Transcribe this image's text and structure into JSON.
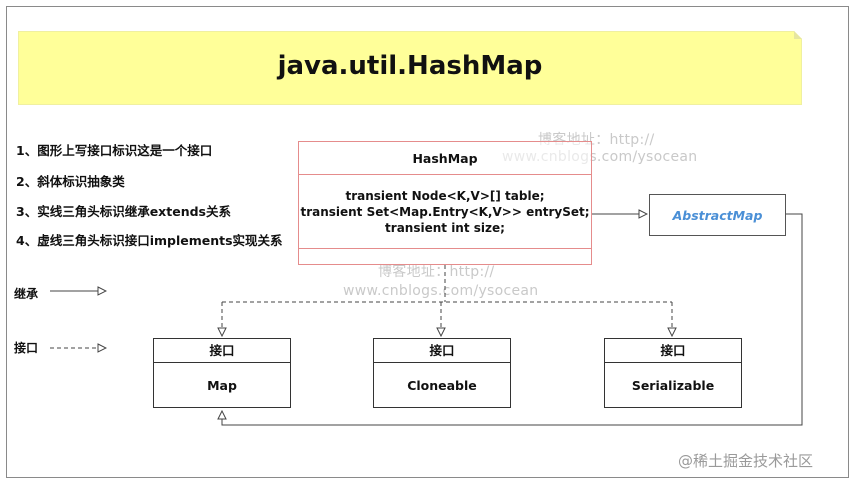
{
  "title": "java.util.HashMap",
  "notes": [
    "1、图形上写接口标识这是一个接口",
    "2、斜体标识抽象类",
    "3、实线三角头标识继承extends关系",
    "4、虚线三角头标识接口implements实现关系"
  ],
  "legend": {
    "inherit_label": "继承",
    "interface_label": "接口"
  },
  "hashmap": {
    "name": "HashMap",
    "fields": [
      "transient Node<K,V>[] table;",
      "transient Set<Map.Entry<K,V>> entrySet;",
      "transient int size;"
    ]
  },
  "abstract_map": {
    "name": "AbstractMap"
  },
  "interfaces": [
    {
      "stereotype": "接口",
      "name": "Map"
    },
    {
      "stereotype": "接口",
      "name": "Cloneable"
    },
    {
      "stereotype": "接口",
      "name": "Serializable"
    }
  ],
  "watermarks": [
    {
      "line1": "博客地址：http://",
      "line2": "www.cnblogs.com/ysocean"
    },
    {
      "line1": "博客地址：http://",
      "line2": "www.cnblogs.com/ysocean"
    }
  ],
  "credit": "@稀土掘金技术社区",
  "colors": {
    "banner": "#ffff99",
    "class_border": "#e58c8c",
    "abstract_text": "#4a8fd6"
  }
}
